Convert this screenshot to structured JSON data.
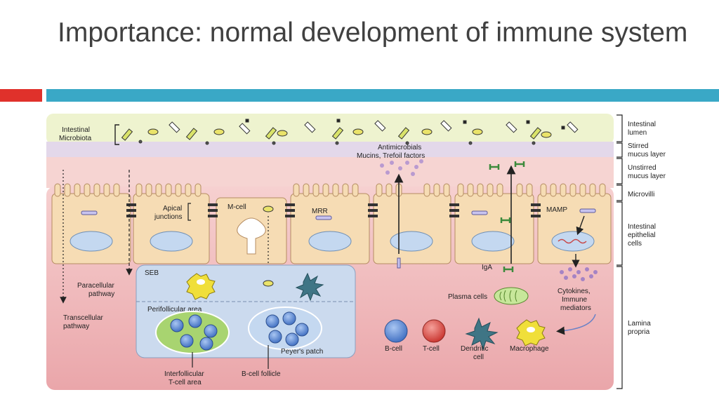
{
  "slide": {
    "title": "Importance: normal development of immune system",
    "accent_red": "#e0312b",
    "accent_blue": "#3aa8c6"
  },
  "diagram": {
    "left_labels": {
      "microbiota_1": "Intestinal",
      "microbiota_2": "Microbiota",
      "apical_1": "Apical",
      "apical_2": "junctions",
      "paracellular_1": "Paracellular",
      "paracellular_2": "pathway",
      "transcellular_1": "Transcellular",
      "transcellular_2": "pathway"
    },
    "inner_labels": {
      "antimicrobials_1": "Antimicrobials",
      "antimicrobials_2": "Mucins, Trefoil factors",
      "m_cell": "M-cell",
      "mrr": "MRR",
      "mamp": "MAMP",
      "seb": "SEB",
      "perifollicular": "Perifollicular area",
      "peyers_patch": "Peyer's patch",
      "interfollicular_1": "Interfollicular",
      "interfollicular_2": "T-cell area",
      "b_cell_follicle": "B-cell follicle",
      "iga": "IgA",
      "plasma_cells": "Plasma cells",
      "cytokines_1": "Cytokines,",
      "cytokines_2": "Immune",
      "cytokines_3": "mediators",
      "b_cell": "B-cell",
      "t_cell": "T-cell",
      "dendritic_1": "Dendritic",
      "dendritic_2": "cell",
      "macrophage": "Macrophage"
    },
    "right_labels": {
      "lumen_1": "Intestinal",
      "lumen_2": "lumen",
      "stirred_1": "Stirred",
      "stirred_2": "mucus layer",
      "unstirred_1": "Unstirred",
      "unstirred_2": "mucus layer",
      "microvilli": "Microvilli",
      "epithelial_1": "Intestinal",
      "epithelial_2": "epithelial",
      "epithelial_3": "cells",
      "lamina_1": "Lamina",
      "lamina_2": "propria"
    },
    "colors": {
      "lumen": "#eef3cf",
      "stirred": "#e6d6ec",
      "unstirred": "#f6d2d2",
      "lamina": "#f1b9bb",
      "cell": "#f6dcb4",
      "nucleus": "#c4d8f0",
      "follicle_panel": "#cbdaee",
      "b_cell": "#4d7fcf",
      "t_cell": "#d8433c",
      "dendritic": "#3f7585",
      "macrophage": "#f0df3a",
      "follicle_green": "#a8d470"
    }
  }
}
